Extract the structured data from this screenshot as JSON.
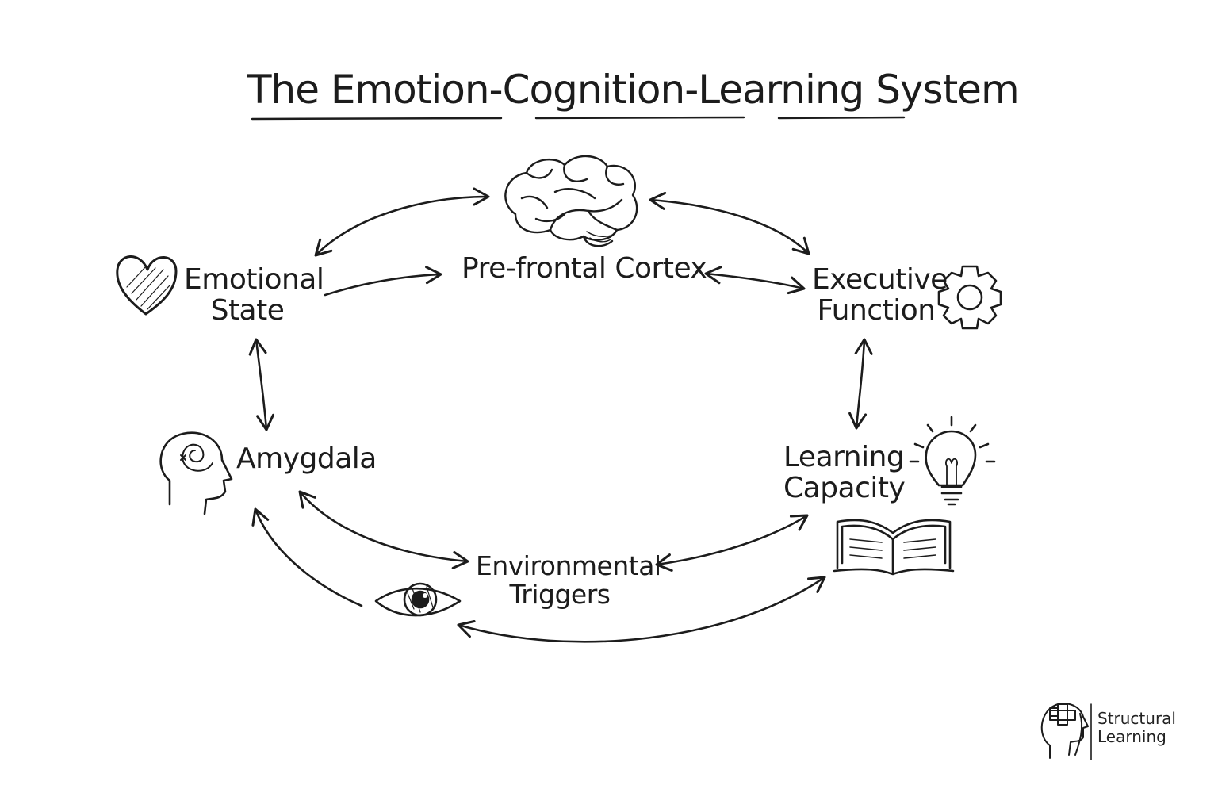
{
  "title": "The Emotion-Cognition-Learning System",
  "nodes": {
    "prefrontal_cortex": "Pre-frontal Cortex",
    "emotional_state": [
      "Emotional",
      "State"
    ],
    "executive_function": [
      "Executive",
      "Function"
    ],
    "amygdala": "Amygdala",
    "learning_capacity": [
      "Learning",
      "Capacity"
    ],
    "environmental_triggers": [
      "Environmental",
      "Triggers"
    ]
  },
  "icons": {
    "brain": "brain-icon",
    "heart": "heart-icon",
    "gear": "gear-icon",
    "head": "head-spiral-icon",
    "lightbulb": "lightbulb-icon",
    "book": "open-book-icon",
    "eye": "eye-icon"
  },
  "brand": {
    "line1": "Structural",
    "line2": "Learning"
  },
  "colors": {
    "ink": "#1c1c1c",
    "background": "#ffffff"
  }
}
